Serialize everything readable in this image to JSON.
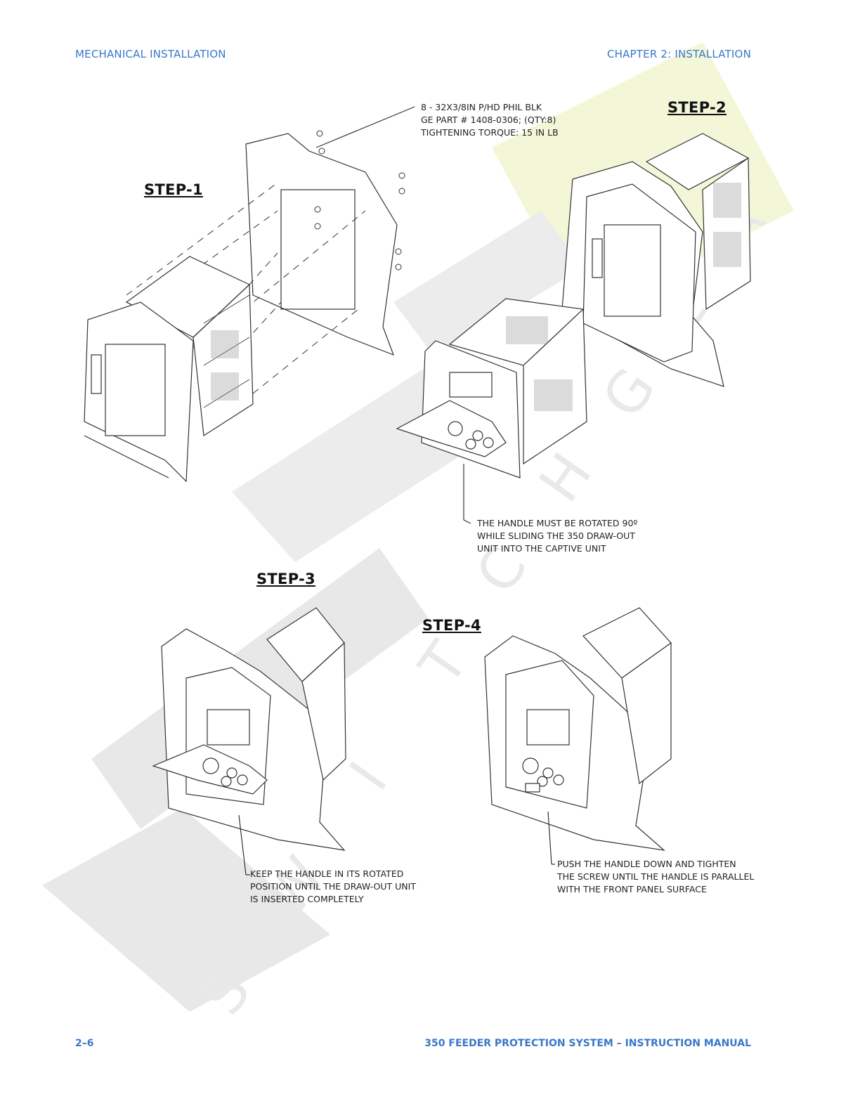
{
  "header": {
    "left": "MECHANICAL INSTALLATION",
    "right": "CHAPTER 2: INSTALLATION"
  },
  "footer": {
    "page_number": "2–6",
    "manual_title": "350 FEEDER PROTECTION SYSTEM – INSTRUCTION MANUAL"
  },
  "steps": {
    "step1": "STEP-1",
    "step2": "STEP-2",
    "step3": "STEP-3",
    "step4": "STEP-4"
  },
  "notes": {
    "screws": [
      "8 - 32X3/8IN P/HD PHIL BLK",
      "GE PART # 1408-0306; (QTY:8)",
      "TIGHTENING TORQUE: 15 IN LB"
    ],
    "handle_rotate": [
      "THE HANDLE MUST BE ROTATED 90º",
      "WHILE SLIDING THE 350 DRAW-OUT",
      "UNIT INTO THE CAPTIVE UNIT"
    ],
    "keep_handle": [
      "KEEP THE HANDLE IN ITS ROTATED",
      "POSITION UNTIL THE DRAW-OUT UNIT",
      "IS INSERTED COMPLETELY"
    ],
    "push_handle": [
      "PUSH THE HANDLE DOWN AND TIGHTEN",
      "THE SCREW UNTIL THE HANDLE IS PARALLEL",
      "WITH THE FRONT PANEL SURFACE"
    ]
  },
  "colors": {
    "header_blue": "#3a78c9",
    "watermark_gray": "#e6e6e6",
    "watermark_yellow": "#f3f7d8"
  }
}
